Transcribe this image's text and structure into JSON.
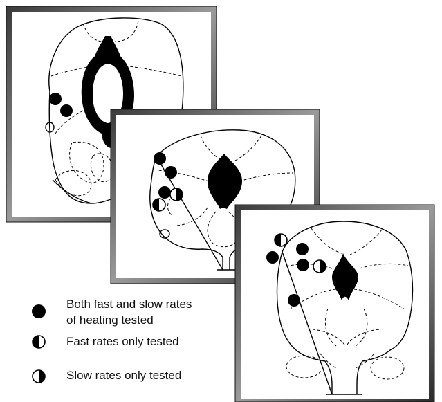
{
  "legend": {
    "items": [
      {
        "symbol": "filled-circle",
        "lines": [
          "Both fast and slow rates",
          "of heating tested"
        ]
      },
      {
        "symbol": "left-half-filled-circle",
        "lines": [
          "Fast rates only tested"
        ]
      },
      {
        "symbol": "right-half-filled-circle",
        "lines": [
          "Slow rates only tested"
        ]
      }
    ]
  },
  "panels": [
    {
      "name": "panel-1",
      "site_markers": [
        "filled-circle",
        "filled-circle"
      ]
    },
    {
      "name": "panel-2",
      "site_markers": [
        "filled-circle",
        "filled-circle",
        "filled-circle",
        "right-half-filled-circle",
        "left-half-filled-circle"
      ]
    },
    {
      "name": "panel-3",
      "site_markers": [
        "left-half-filled-circle",
        "filled-circle",
        "filled-circle",
        "filled-circle",
        "right-half-filled-circle",
        "filled-circle"
      ]
    }
  ],
  "colors": {
    "ink": "#000000",
    "frame_dark": "#1e1e1e",
    "frame_light": "#8a8a8a",
    "background": "#ffffff"
  }
}
